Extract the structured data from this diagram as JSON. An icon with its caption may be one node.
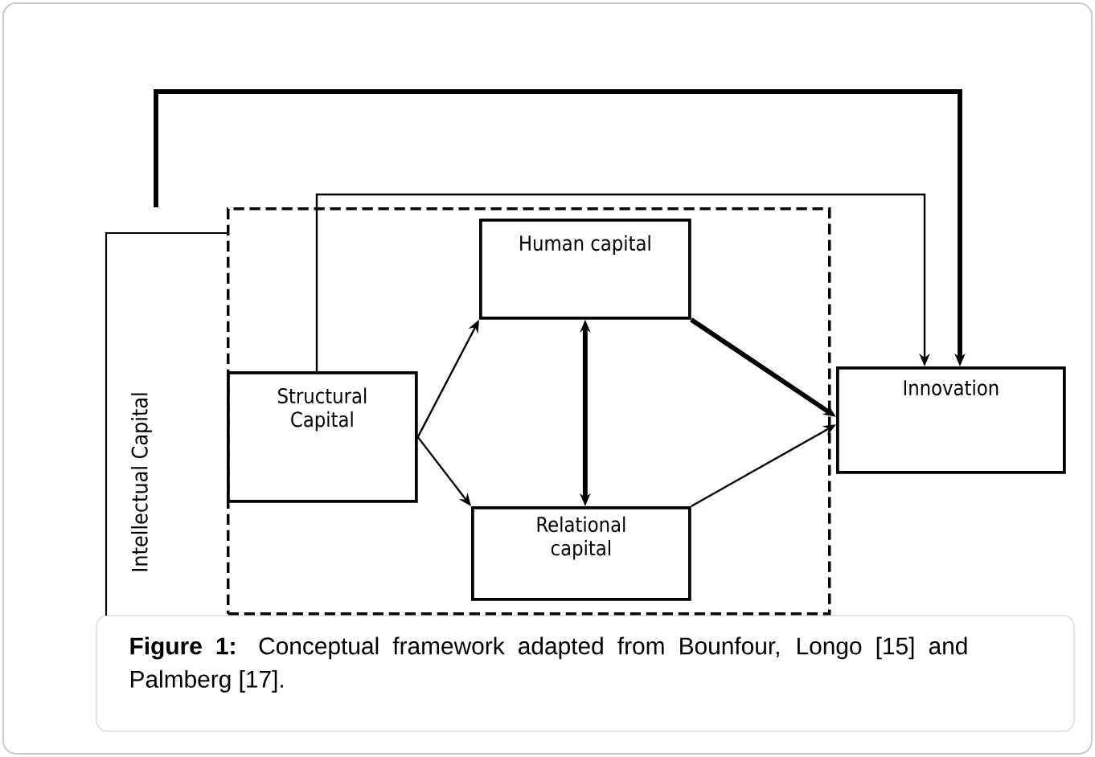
{
  "diagram": {
    "caption": "**Figure 1:** Conceptual framework adapted from Bounfour, Longo [15] and Palmberg [17].",
    "nodes": [
      {
        "text": [
          "Intellectual Capital"
        ]
      },
      {
        "text": [
          "Human capital"
        ],
        "in": 0
      },
      {
        "text": [
          "Structural Capital"
        ],
        "in": 0
      },
      {
        "text": [
          "Relational capital"
        ],
        "in": 0
      },
      {
        "text": [
          "Innovation"
        ]
      }
    ],
    "edges": [
      {
        "from": 0,
        "to": 4,
        "arrow": "to",
        "style": "thick"
      },
      {
        "from": 2,
        "to": 4,
        "arrow": "to"
      },
      {
        "from": 2,
        "to": 1,
        "arrow": "to"
      },
      {
        "from": 2,
        "to": 3,
        "arrow": "to"
      },
      {
        "from": 1,
        "to": 3,
        "arrow": "both",
        "style": "thick"
      },
      {
        "from": 1,
        "to": 4,
        "arrow": "to",
        "style": "thick"
      },
      {
        "from": 3,
        "to": 4,
        "arrow": "to"
      }
    ]
  }
}
